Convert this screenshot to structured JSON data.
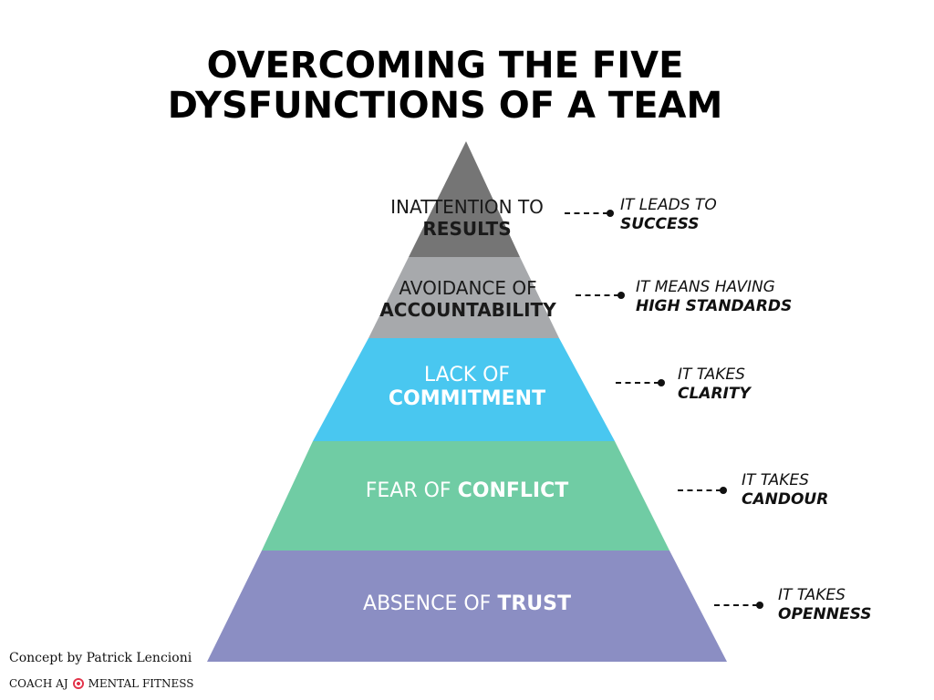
{
  "title": {
    "line1": "OVERCOMING THE FIVE",
    "line2": "DYSFUNCTIONS OF A TEAM"
  },
  "colors": {
    "results": "#757575",
    "accountability": "#a7a9ac",
    "commitment": "#49c7f0",
    "conflict": "#70cca4",
    "trust": "#8b8ec3"
  },
  "tiers": [
    {
      "id": "results",
      "light": "INATTENTION TO",
      "bold": "RESULTS",
      "note_light": "IT LEADS TO",
      "note_bold": "SUCCESS"
    },
    {
      "id": "accountability",
      "light": "AVOIDANCE OF",
      "bold": "ACCOUNTABILITY",
      "note_light": "IT MEANS HAVING",
      "note_bold": "HIGH STANDARDS"
    },
    {
      "id": "commitment",
      "light": "LACK OF",
      "bold": "COMMITMENT",
      "note_light": "IT TAKES",
      "note_bold": "CLARITY"
    },
    {
      "id": "conflict",
      "light": "FEAR OF ",
      "bold": "CONFLICT",
      "note_light": "IT TAKES",
      "note_bold": "CANDOUR"
    },
    {
      "id": "trust",
      "light": "ABSENCE OF ",
      "bold": "TRUST",
      "note_light": "IT TAKES",
      "note_bold": "OPENNESS"
    }
  ],
  "footer": {
    "credit": "Concept by Patrick Lencioni",
    "brand_left": "COACH AJ",
    "brand_icon": "target-icon",
    "brand_right": "MENTAL FITNESS"
  }
}
